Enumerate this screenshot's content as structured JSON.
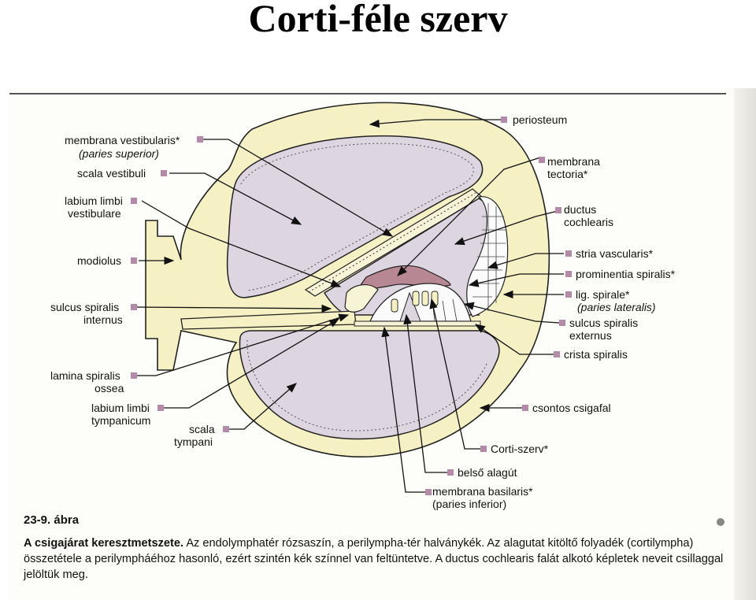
{
  "title": "Corti-féle szerv",
  "labels": {
    "periosteum": "periosteum",
    "membrana_vestibularis": "membrana vestibularis*",
    "paries_superior": "(paries superior)",
    "scala_vestibuli": "scala vestibuli",
    "labium_limbi_vestibulare_1": "labium limbi",
    "labium_limbi_vestibulare_2": "vestibulare",
    "modiolus": "modiolus",
    "sulcus_spiralis_internus_1": "sulcus spiralis",
    "sulcus_spiralis_internus_2": "internus",
    "lamina_spiralis_ossea_1": "lamina spiralis",
    "lamina_spiralis_ossea_2": "ossea",
    "labium_limbi_tympanicum_1": "labium limbi",
    "labium_limbi_tympanicum_2": "tympanicum",
    "scala_tympani_1": "scala",
    "scala_tympani_2": "tympani",
    "membrana_tectoria_1": "membrana",
    "membrana_tectoria_2": "tectoria*",
    "ductus_cochlearis_1": "ductus",
    "ductus_cochlearis_2": "cochlearis",
    "stria_vascularis": "stria vascularis*",
    "prominentia_spiralis": "prominentia spiralis*",
    "lig_spirale": "lig. spirale*",
    "paries_lateralis": "(paries lateralis)",
    "sulcus_spiralis_externus_1": "sulcus spiralis",
    "sulcus_spiralis_externus_2": "externus",
    "crista_spiralis": "crista spiralis",
    "csontos_csigafal": "csontos csigafal",
    "corti_szerv": "Corti-szerv*",
    "belso_alagut": "belső alagút",
    "membrana_basilaris": "membrana basilaris*",
    "paries_inferior": "(paries inferior)"
  },
  "figure": {
    "number": "23-9. ábra",
    "caption_bold": "A csigajárat keresztmetszete.",
    "caption_text": " Az endolymphatér rózsaszín, a perilympha-tér halványkék. Az alagutat kitöltő folyadék (cortilympha) összetétele a perilympháéhoz hasonló, ezért szintén kék színnel van feltüntetve. A ductus cochlearis falát alkotó képletek neveit csillaggal jelöltük meg."
  },
  "colors": {
    "bone": "#f5f1c4",
    "perilymph": "#ddd5df",
    "endolymph": "#b78893",
    "marker": "#b58aa8",
    "outline": "#222222"
  }
}
